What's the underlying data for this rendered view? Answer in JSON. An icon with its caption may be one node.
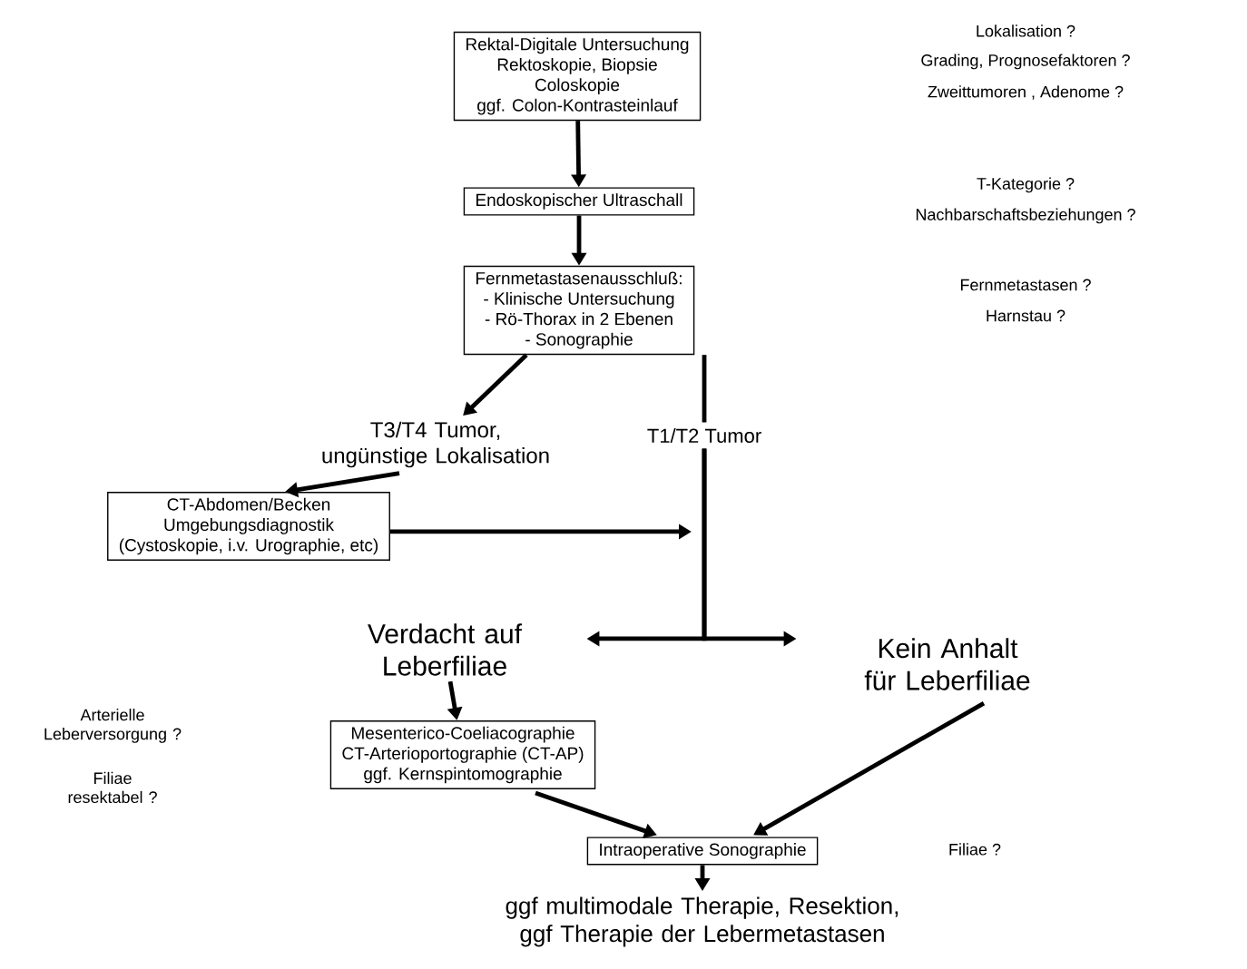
{
  "diagram": {
    "nodes": [
      {
        "text": [
          "Rektal-Digitale Untersuchung",
          "Rektoskopie, Biopsie",
          "Coloskopie",
          "ggf. Colon-Kontrasteinlauf"
        ]
      },
      {
        "text": [
          "Endoskopischer Ultraschall"
        ]
      },
      {
        "text": [
          "Fernmetastasenausschluß:",
          "- Klinische Untersuchung",
          "- Rö-Thorax in 2 Ebenen",
          "- Sonographie"
        ]
      },
      {
        "text": [
          "T3/T4 Tumor, ungünstige Lokalisation"
        ]
      },
      {
        "text": [
          "T1/T2 Tumor"
        ]
      },
      {
        "text": [
          "CT-Abdomen/Becken",
          "Umgebungsdiagnostik",
          "(Cystoskopie, i.v. Urographie, etc)"
        ]
      },
      {
        "text": [
          "Verdacht auf Leberfiliae"
        ]
      },
      {
        "text": [
          "Kein Anhalt für Leberfiliae"
        ]
      },
      {
        "text": [
          "Mesenterico-Coeliacographie",
          "CT-Arterioportographie (CT-AP)",
          "ggf. Kernspintomographie"
        ]
      },
      {
        "text": [
          "Intraoperative Sonographie"
        ]
      },
      {
        "text": [
          "ggf multimodale Therapie, Resektion, ggf Therapie der Lebermetastasen"
        ]
      }
    ],
    "edges": [
      {
        "from": 0,
        "to": 1,
        "arrow": "to"
      },
      {
        "from": 1,
        "to": 2,
        "arrow": "to"
      },
      {
        "from": 2,
        "to": 3,
        "arrow": "to"
      },
      {
        "from": 3,
        "to": 5,
        "arrow": "to"
      },
      {
        "from": 2,
        "to": 4,
        "arrow": "none"
      },
      {
        "from": 4,
        "to": 6,
        "arrow": "to"
      },
      {
        "from": 4,
        "to": 7,
        "arrow": "to"
      },
      {
        "from": 5,
        "to": null,
        "arrow": "to"
      },
      {
        "from": 6,
        "to": 8,
        "arrow": "to"
      },
      {
        "from": 8,
        "to": 9,
        "arrow": "to"
      },
      {
        "from": 7,
        "to": 9,
        "arrow": "to"
      },
      {
        "from": 9,
        "to": 10,
        "arrow": "to"
      }
    ],
    "labels": [
      "Lokalisation ?",
      "Grading, Prognosefaktoren ?",
      "Zweittumoren , Adenome ?",
      "T-Kategorie ?",
      "Nachbarschaftsbeziehungen ?",
      "Fernmetastasen ?",
      "Harnstau ?",
      "Arterielle Leberversorgung ?",
      "Filiae resektabel ?",
      "Filiae ?"
    ]
  }
}
